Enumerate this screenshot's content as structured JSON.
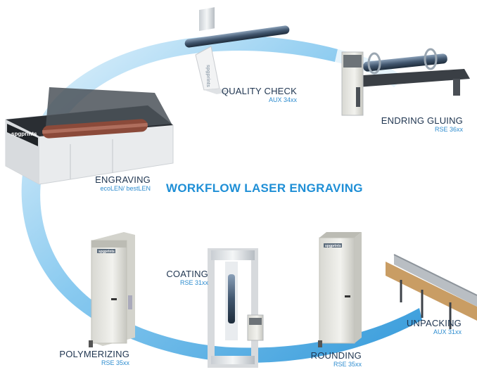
{
  "title": "WORKFLOW LASER ENGRAVING",
  "brand": "spgprints",
  "colors": {
    "arrow_light": "#cde9f8",
    "arrow_dark": "#1f8fd6",
    "label": "#1f3550",
    "model": "#2d8ccf"
  },
  "steps": [
    {
      "id": "quality-check",
      "name": "QUALITY CHECK",
      "model": "AUX 34xx"
    },
    {
      "id": "endring-gluing",
      "name": "ENDRING GLUING",
      "model": "RSE 36xx"
    },
    {
      "id": "engraving",
      "name": "ENGRAVING",
      "model": "ecoLEN/ bestLEN"
    },
    {
      "id": "coating",
      "name": "COATING",
      "model": "RSE 31xx"
    },
    {
      "id": "polymerizing",
      "name": "POLYMERIZING",
      "model": "RSE 35xx"
    },
    {
      "id": "rounding",
      "name": "ROUNDING",
      "model": "RSE 35xx"
    },
    {
      "id": "unpacking",
      "name": "UNPACKING",
      "model": "AUX 31xx"
    }
  ]
}
